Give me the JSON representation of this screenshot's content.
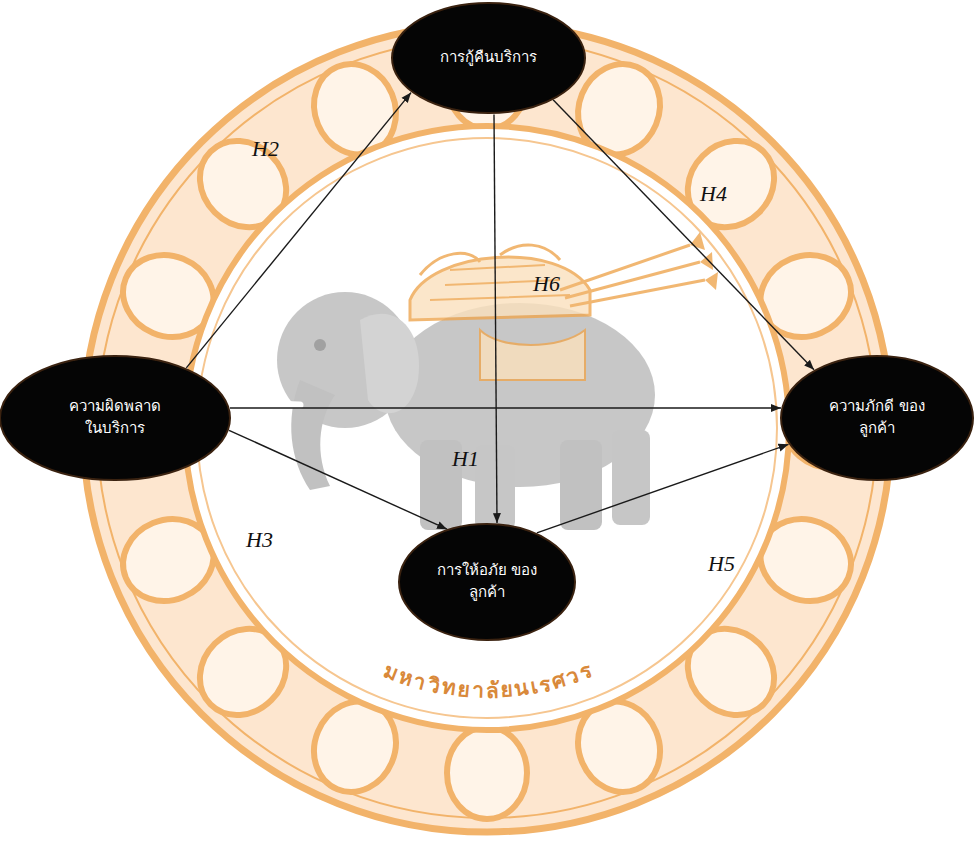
{
  "diagram": {
    "nodes": [
      {
        "text": [
          "การกู้คืนบริการ"
        ]
      },
      {
        "text": [
          "ความผิดพลาด ในบริการ"
        ]
      },
      {
        "text": [
          "ความภักดี ของลูกค้า"
        ]
      },
      {
        "text": [
          "การให้อภัย ของลูกค้า"
        ]
      }
    ],
    "edges": [
      {
        "from": 1,
        "to": 2,
        "arrow": "to",
        "label": "H1"
      },
      {
        "from": 1,
        "to": 0,
        "arrow": "to",
        "label": "H2"
      },
      {
        "from": 1,
        "to": 3,
        "arrow": "to",
        "label": "H3"
      },
      {
        "from": 0,
        "to": 2,
        "arrow": "to",
        "label": "H4"
      },
      {
        "from": 3,
        "to": 2,
        "arrow": "to",
        "label": "H5"
      },
      {
        "from": 0,
        "to": 3,
        "arrow": "to",
        "label": "H6"
      }
    ],
    "labels": [
      "มหาวิทยาลัยนเรศวร"
    ]
  }
}
